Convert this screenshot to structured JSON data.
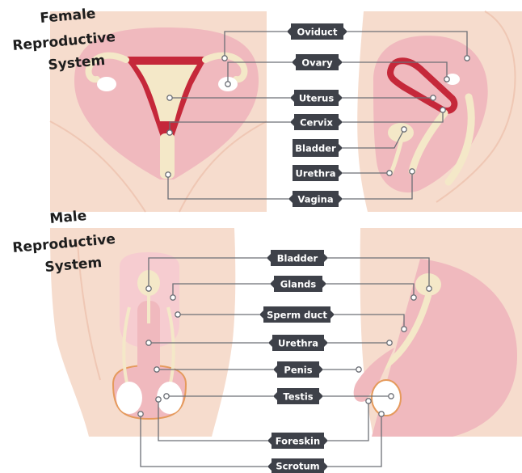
{
  "titles": {
    "female": [
      "Female",
      "Reproductive",
      "System"
    ],
    "male": [
      "Male",
      "Reproductive",
      "System"
    ]
  },
  "female_labels": [
    "Oviduct",
    "Ovary",
    "Uterus",
    "Cervix",
    "Bladder",
    "Urethra",
    "Vagina"
  ],
  "male_labels": [
    "Bladder",
    "Glands",
    "Sperm duct",
    "Urethra",
    "Penis",
    "Testis",
    "Foreskin",
    "Scrotum"
  ],
  "colors": {
    "skin": "#f6dccd",
    "skin_dark": "#efc7b4",
    "organ_pink": "#f0b9be",
    "organ_pink_light": "#f6ccd0",
    "tissue_cream": "#f4e8c8",
    "muscle_red": "#c5283a",
    "label_bg": "#3e4149",
    "leader_line": "#6c6f76",
    "scrotum_edge": "#e59a5c"
  }
}
